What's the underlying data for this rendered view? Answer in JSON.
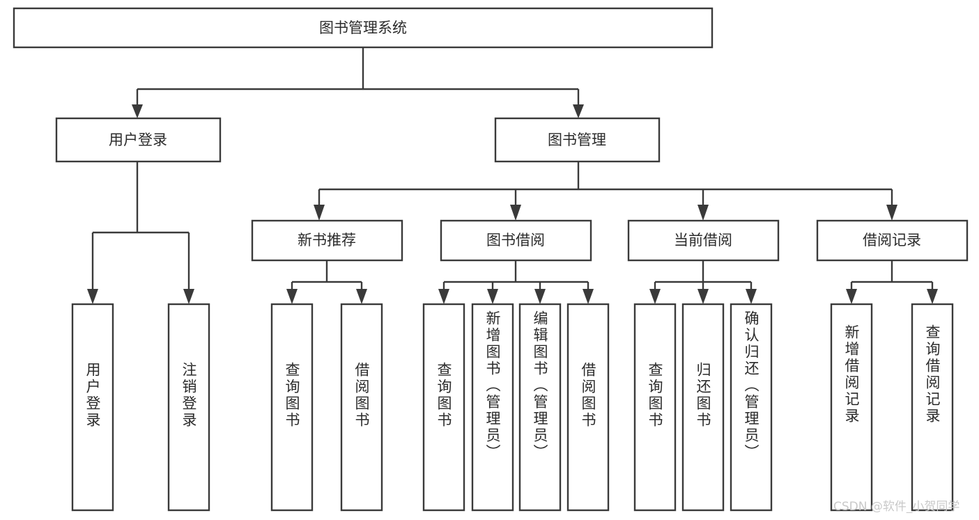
{
  "diagram": {
    "type": "tree-hierarchy-chart",
    "title_node": "图书管理系统",
    "colors": {
      "background": "#ffffff",
      "box_stroke": "#3a3a3a",
      "box_fill": "#ffffff",
      "text": "#2b2b2b",
      "watermark": "#c9c9c9"
    },
    "levels": {
      "level1": [
        {
          "id": "root",
          "label": "图书管理系统",
          "orientation": "horizontal"
        }
      ],
      "level2": [
        {
          "id": "user-login",
          "label": "用户登录",
          "orientation": "horizontal"
        },
        {
          "id": "book-management",
          "label": "图书管理",
          "orientation": "horizontal"
        }
      ],
      "level3": [
        {
          "id": "new-book-recommend",
          "label": "新书推荐",
          "orientation": "horizontal"
        },
        {
          "id": "book-borrow",
          "label": "图书借阅",
          "orientation": "horizontal"
        },
        {
          "id": "current-borrow",
          "label": "当前借阅",
          "orientation": "horizontal"
        },
        {
          "id": "borrow-record",
          "label": "借阅记录",
          "orientation": "horizontal"
        }
      ],
      "level4": [
        {
          "id": "leaf-user-login",
          "label": "用户登录",
          "orientation": "vertical",
          "parent": "user-login"
        },
        {
          "id": "leaf-logout-login",
          "label": "注销登录",
          "orientation": "vertical",
          "parent": "user-login"
        },
        {
          "id": "leaf-query-book-1",
          "label": "查询图书",
          "orientation": "vertical",
          "parent": "new-book-recommend"
        },
        {
          "id": "leaf-borrow-book-1",
          "label": "借阅图书",
          "orientation": "vertical",
          "parent": "new-book-recommend"
        },
        {
          "id": "leaf-query-book-2",
          "label": "查询图书",
          "orientation": "vertical",
          "parent": "book-borrow"
        },
        {
          "id": "leaf-add-book",
          "label": "新增图书（管理员）",
          "orientation": "vertical",
          "parent": "book-borrow"
        },
        {
          "id": "leaf-edit-book",
          "label": "编辑图书（管理员）",
          "orientation": "vertical",
          "parent": "book-borrow"
        },
        {
          "id": "leaf-borrow-book-2",
          "label": "借阅图书",
          "orientation": "vertical",
          "parent": "book-borrow"
        },
        {
          "id": "leaf-query-book-3",
          "label": "查询图书",
          "orientation": "vertical",
          "parent": "current-borrow"
        },
        {
          "id": "leaf-return-book",
          "label": "归还图书",
          "orientation": "vertical",
          "parent": "current-borrow"
        },
        {
          "id": "leaf-confirm-return",
          "label": "确认归还（管理员）",
          "orientation": "vertical",
          "parent": "current-borrow"
        },
        {
          "id": "leaf-add-record",
          "label": "新增借阅记录",
          "orientation": "vertical",
          "parent": "borrow-record"
        },
        {
          "id": "leaf-query-record",
          "label": "查询借阅记录",
          "orientation": "vertical",
          "parent": "borrow-record"
        }
      ]
    }
  },
  "watermark": {
    "text": "CSDN @软件_小贺同学"
  }
}
